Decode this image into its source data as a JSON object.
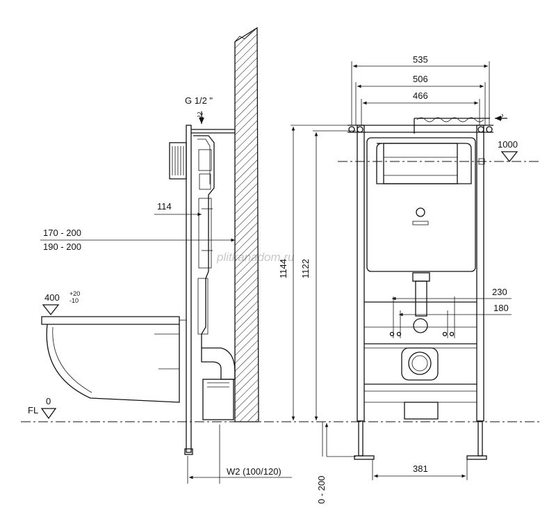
{
  "watermark": "plitkanadom.ru",
  "side_view": {
    "inlet": "G 1/2 \"",
    "depth_114": "114",
    "depth_range_a": "170 - 200",
    "depth_range_b": "190 - 200",
    "seat_height": "400",
    "seat_tol_plus": "+20",
    "seat_tol_minus": "-10",
    "floor_label": "FL",
    "floor_zero": "0",
    "wall_label": "W2 (100/120)"
  },
  "front_view": {
    "width_535": "535",
    "width_506": "506",
    "width_466": "466",
    "height_1144": "1144",
    "height_1122": "1122",
    "level_1000": "1000",
    "dist_230": "230",
    "dist_180": "180",
    "feet_381": "381",
    "leg_range": "0 - 200"
  }
}
